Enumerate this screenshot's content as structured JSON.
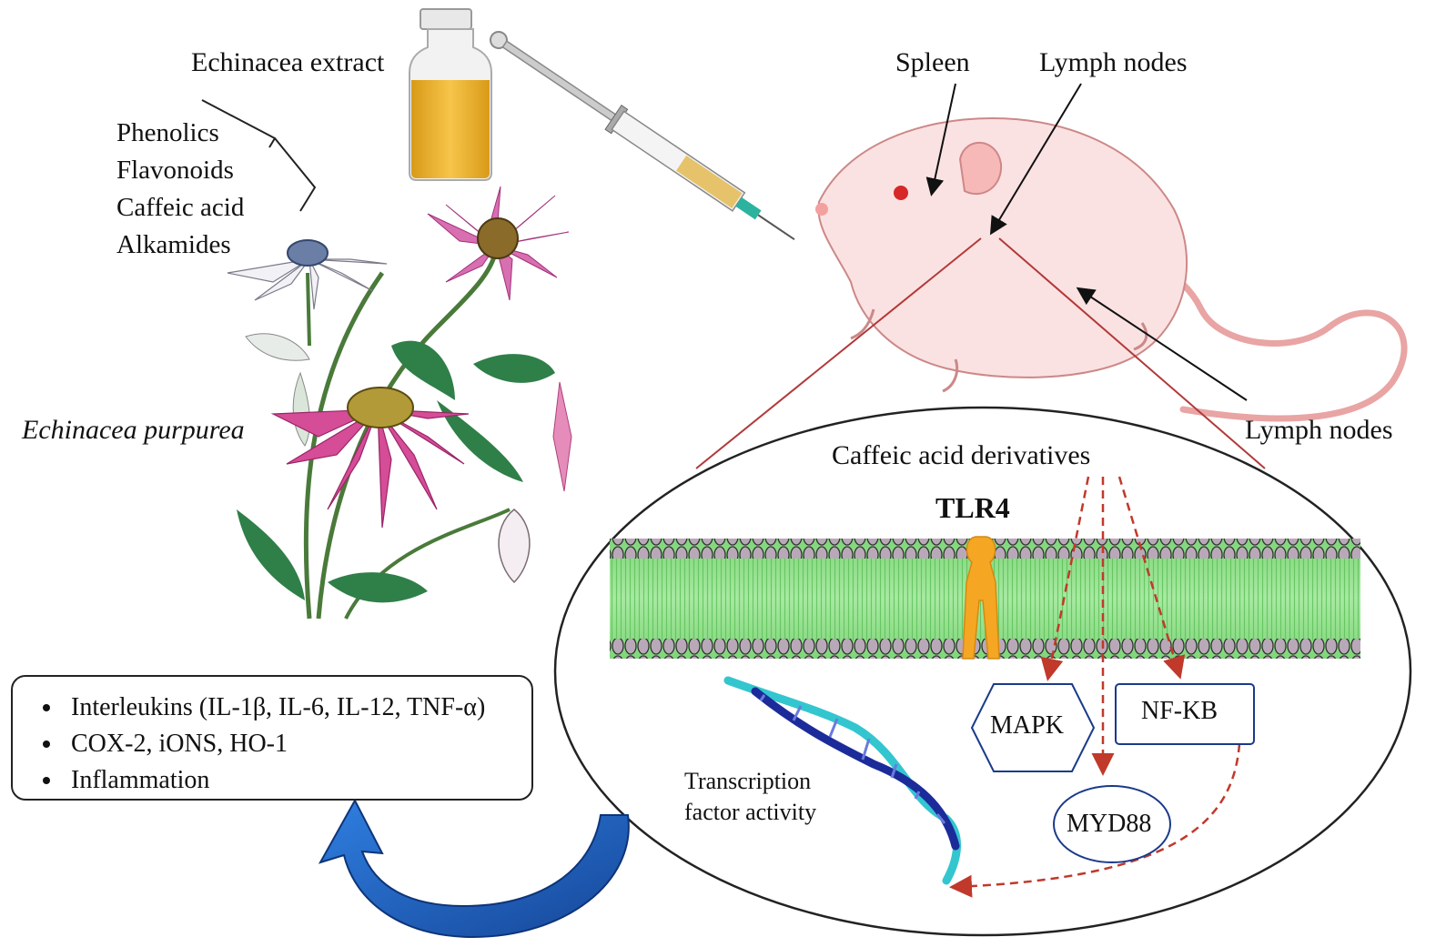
{
  "labels": {
    "extract": "Echinacea extract",
    "species": "Echinacea purpurea",
    "spleen": "Spleen",
    "lymph_nodes_top": "Lymph nodes",
    "lymph_nodes_right": "Lymph nodes",
    "caffeic_derivatives": "Caffeic acid derivatives",
    "receptor": "TLR4",
    "transcription": [
      "Transcription",
      "factor activity"
    ]
  },
  "compounds": [
    "Phenolics",
    "Flavonoids",
    "Caffeic acid",
    "Alkamides"
  ],
  "pathway_nodes": {
    "mapk": "MAPK",
    "nfkb": "NF-KB",
    "myd88": "MYD88"
  },
  "effects": [
    "Interleukins (IL-1β, IL-6, IL-12, TNF-α)",
    "COX-2, iONS, HO-1",
    "Inflammation"
  ],
  "colors": {
    "pathway_arrow": "#c0392b",
    "membrane": "#8fe08a",
    "receptor": "#f5a623",
    "cycle_arrow": "#1f5fb5",
    "flower_petal": "#d0468f",
    "extract_liquid": "#e8b230"
  }
}
